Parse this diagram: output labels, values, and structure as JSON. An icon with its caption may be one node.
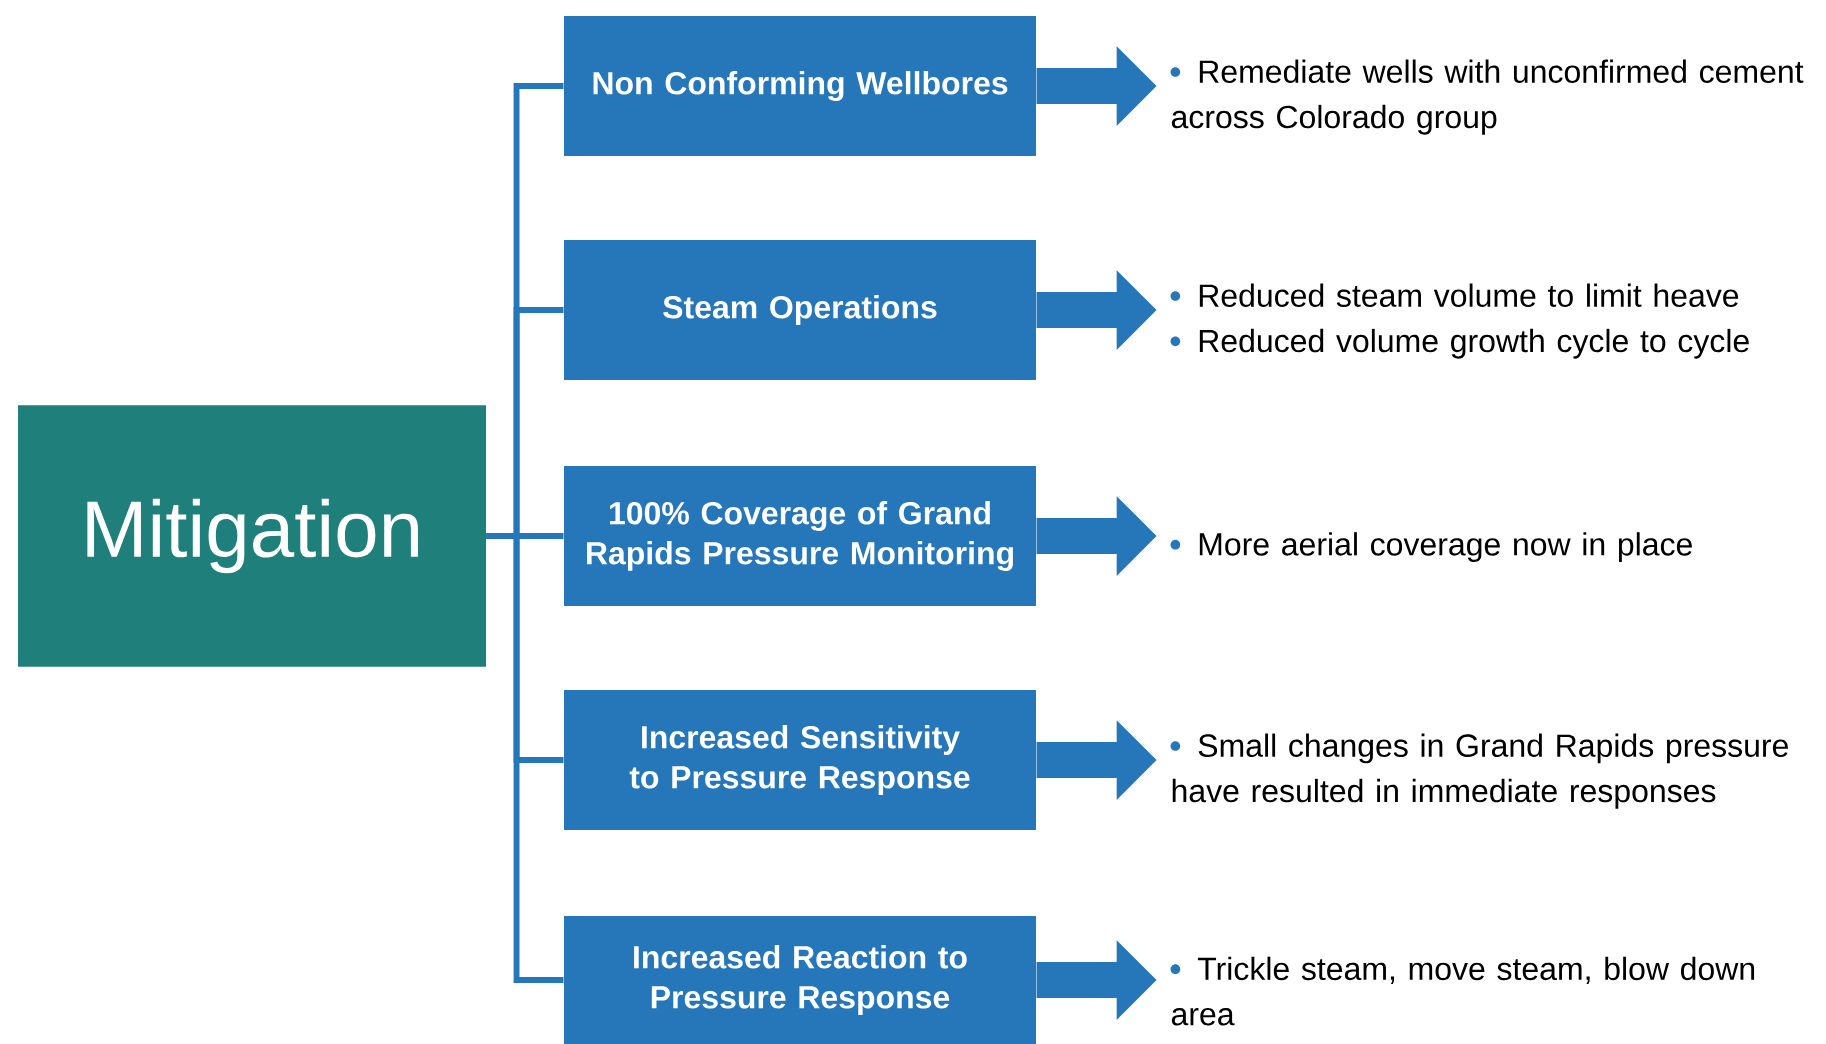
{
  "diagram": {
    "nodes": [
      {
        "text": [
          "Mitigation"
        ]
      },
      {
        "text": [
          "Non Conforming Wellbores"
        ]
      },
      {
        "text": [
          "Steam Operations"
        ]
      },
      {
        "text": [
          "100% Coverage of Grand Rapids Pressure Monitoring"
        ]
      },
      {
        "text": [
          "Increased Sensitivity to Pressure Response"
        ]
      },
      {
        "text": [
          "Increased Reaction to Pressure Response"
        ]
      },
      {
        "text": [
          "Remediate  wells with unconfirmed cement across Colorado group"
        ]
      },
      {
        "text": [
          "Reduced steam volume to limit heave",
          "Reduced volume growth cycle to cycle"
        ]
      },
      {
        "text": [
          "More aerial coverage now in place"
        ]
      },
      {
        "text": [
          "Small changes in Grand Rapids pressure have resulted in immediate responses"
        ]
      },
      {
        "text": [
          "Trickle steam, move steam, blow down area"
        ]
      }
    ],
    "edges": [
      {
        "from": 0,
        "to": 1,
        "arrow": "none"
      },
      {
        "from": 0,
        "to": 2,
        "arrow": "none"
      },
      {
        "from": 0,
        "to": 3,
        "arrow": "none"
      },
      {
        "from": 0,
        "to": 4,
        "arrow": "none"
      },
      {
        "from": 0,
        "to": 5,
        "arrow": "none"
      },
      {
        "from": 1,
        "to": 6,
        "arrow": "to",
        "style": "thick"
      },
      {
        "from": 2,
        "to": 7,
        "arrow": "to",
        "style": "thick"
      },
      {
        "from": 3,
        "to": 8,
        "arrow": "to",
        "style": "thick"
      },
      {
        "from": 4,
        "to": 9,
        "arrow": "to",
        "style": "thick"
      },
      {
        "from": 5,
        "to": 10,
        "arrow": "to",
        "style": "thick"
      }
    ]
  }
}
